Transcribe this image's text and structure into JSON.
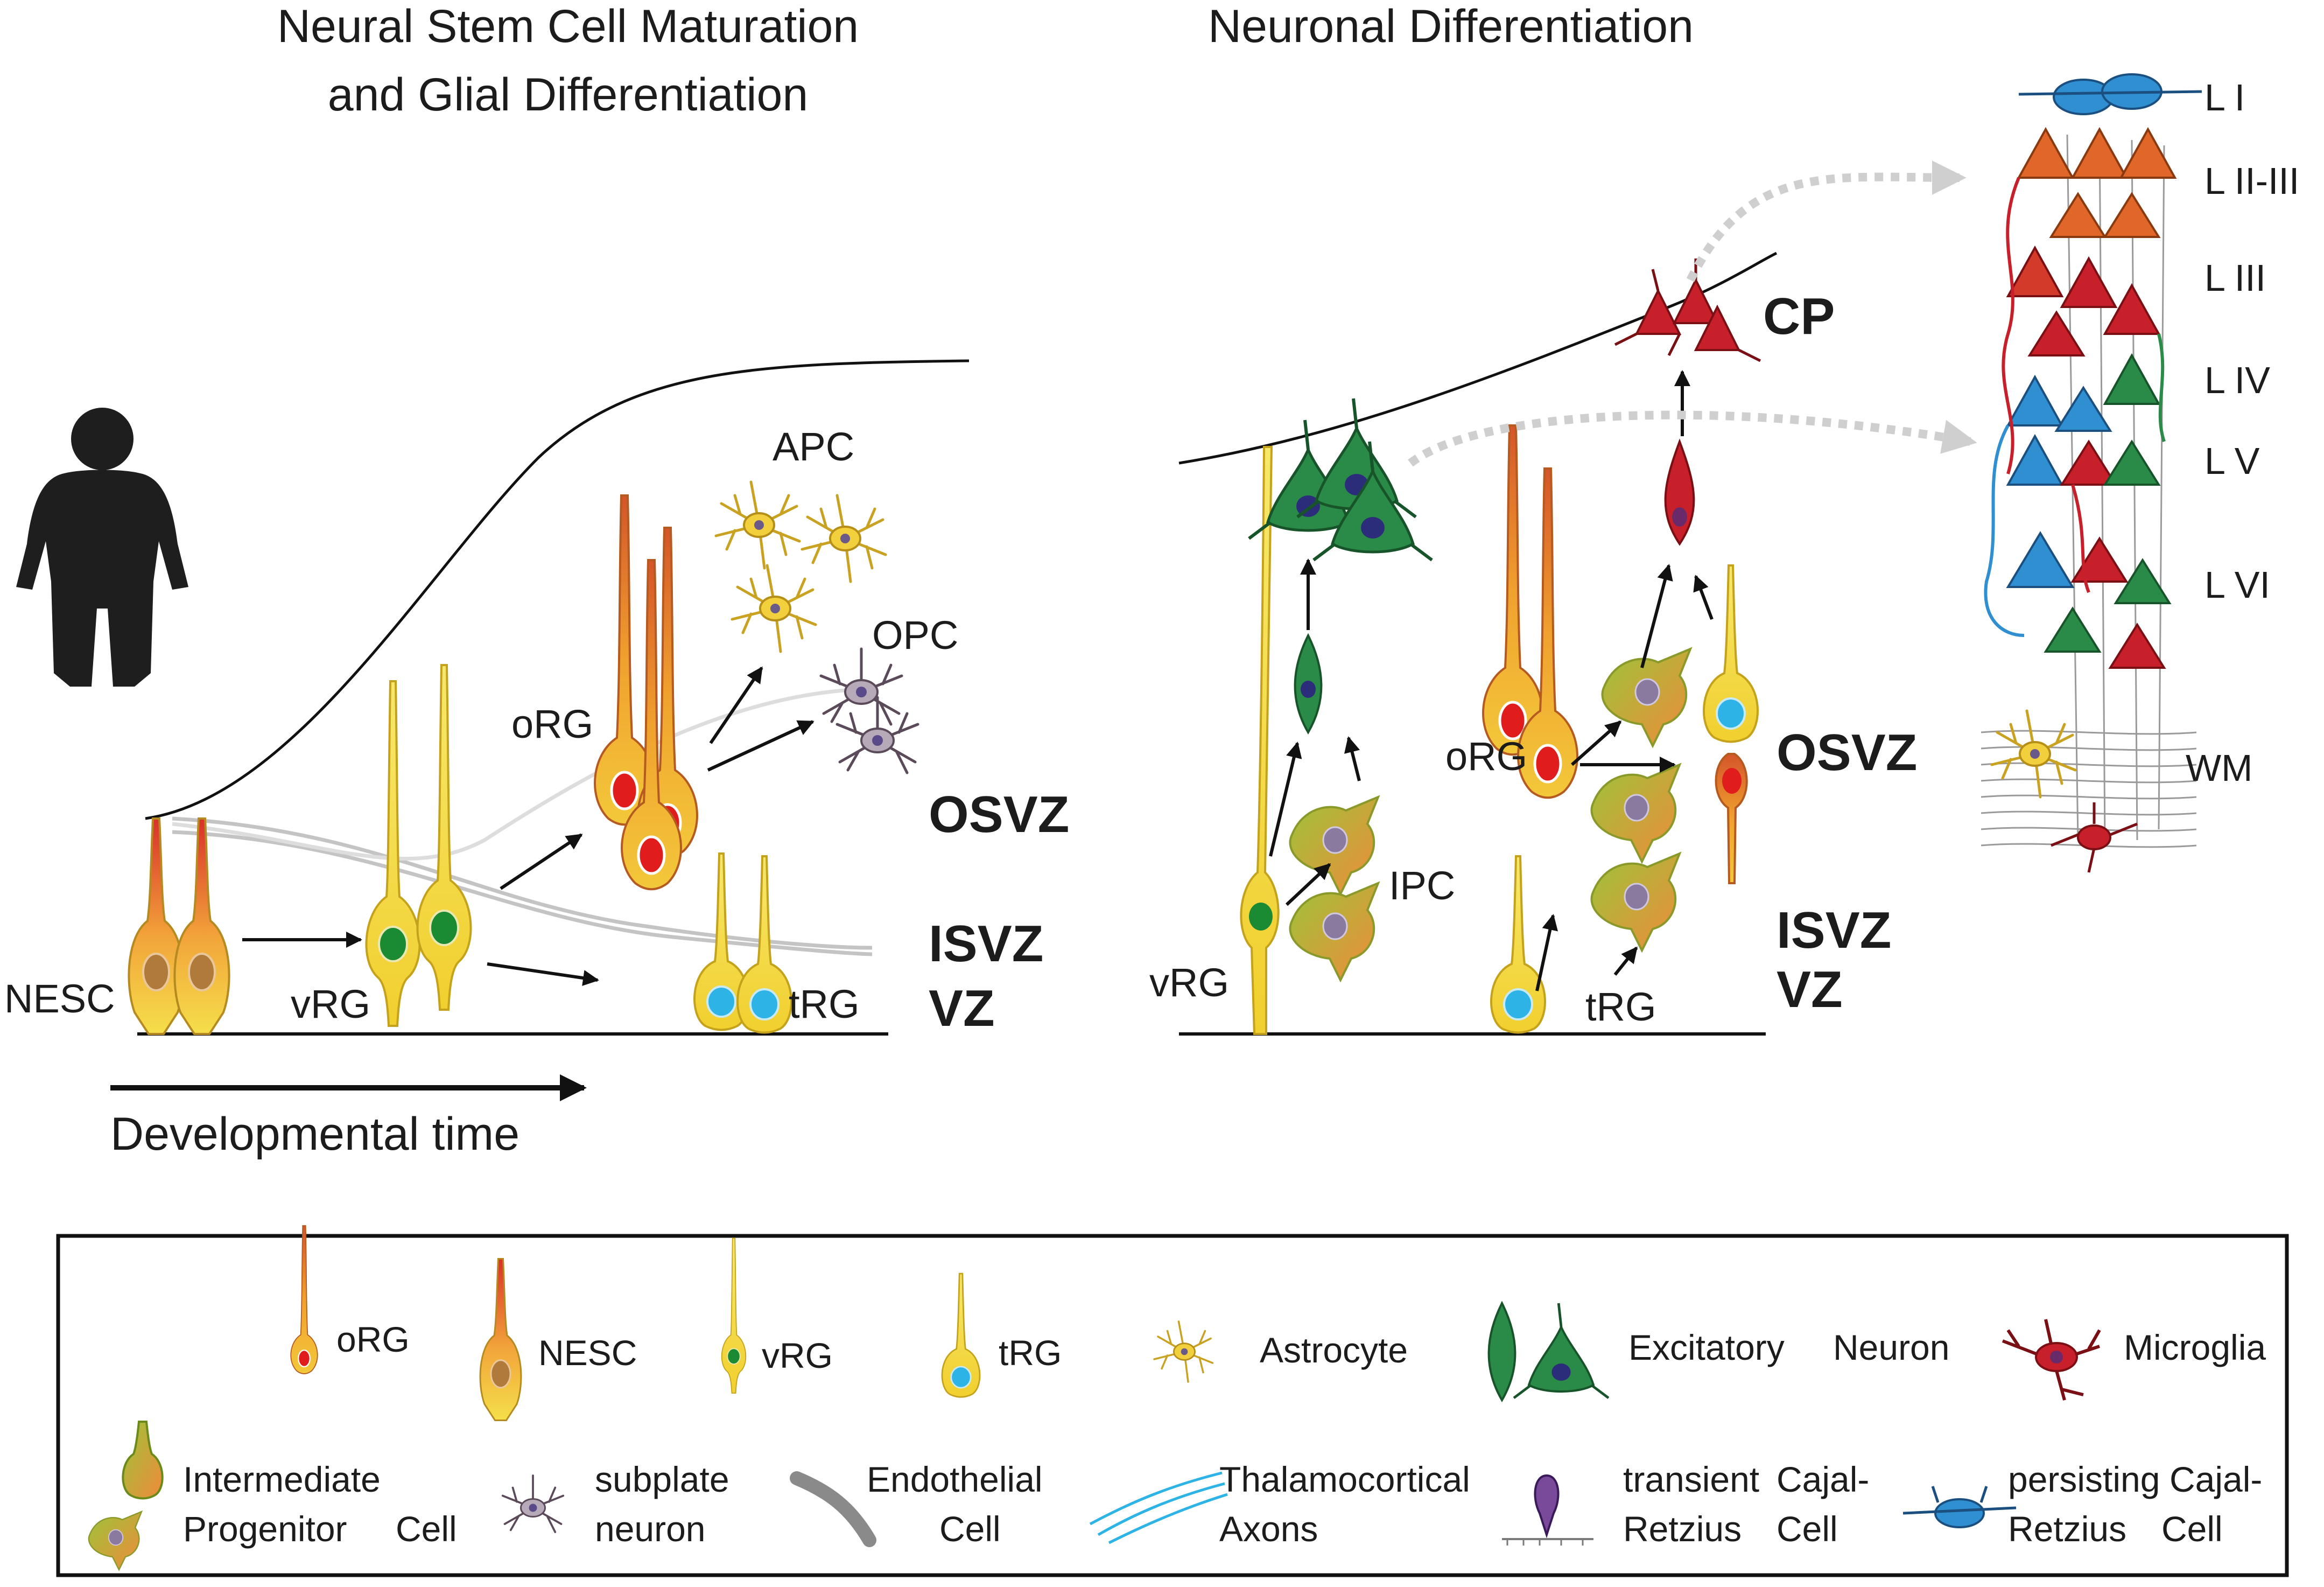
{
  "titles": {
    "left_line1": "Neural Stem Cell Maturation",
    "left_line2": "and Glial Differentiation",
    "right": "Neuronal Differentiation"
  },
  "left_panel": {
    "labels": {
      "nesc": "NESC",
      "vrg": "vRG",
      "org": "oRG",
      "trg": "tRG",
      "apc": "APC",
      "opc": "OPC"
    },
    "zones": {
      "osvz": "OSVZ",
      "isvz": "ISVZ",
      "vz": "VZ"
    },
    "time_axis": "Developmental time"
  },
  "right_panel": {
    "labels": {
      "vrg": "vRG",
      "ipc": "IPC",
      "org": "oRG",
      "trg": "tRG"
    },
    "zones": {
      "cp": "CP",
      "osvz": "OSVZ",
      "isvz": "ISVZ",
      "vz": "VZ"
    }
  },
  "cortex_layers": [
    "L I",
    "L II-III",
    "L III",
    "L IV",
    "L V",
    "L VI",
    "WM"
  ],
  "legend": {
    "row1": {
      "org": "oRG",
      "nesc": "NESC",
      "vrg": "vRG",
      "trg": "tRG",
      "astrocyte": "Astrocyte",
      "excitatory_1": "Excitatory",
      "excitatory_2": "Neuron",
      "microglia": "Microglia"
    },
    "row2": {
      "ipc_1": "Intermediate",
      "ipc_2": "Progenitor",
      "ipc_3": "Cell",
      "subplate_1": "subplate",
      "subplate_2": "neuron",
      "endothelial_1": "Endothelial",
      "endothelial_2": "Cell",
      "thalamo_1": "Thalamocortical",
      "thalamo_2": "Axons",
      "transient_1": "transient",
      "transient_2": "Cajal-",
      "transient_3": "Retzius",
      "transient_4": "Cell",
      "persisting_1": "persisting",
      "persisting_2": "Cajal-",
      "persisting_3": "Retzius",
      "persisting_4": "Cell"
    }
  },
  "colors": {
    "radial_glia_yellow": "#f3dd3a",
    "org_orange": "#e8782a",
    "nucleus_red": "#d81e1e",
    "nucleus_green": "#1a8a33",
    "nucleus_blue": "#2eb3e6",
    "neuron_green": "#1f7a3a",
    "neuron_red": "#c8202a",
    "neuron_blue": "#2f8fd0",
    "neuron_orange": "#e0662a",
    "astrocyte_yellow": "#e8c333",
    "opc_purple": "#8a7a9e",
    "arrow_grey": "#cccccc"
  }
}
